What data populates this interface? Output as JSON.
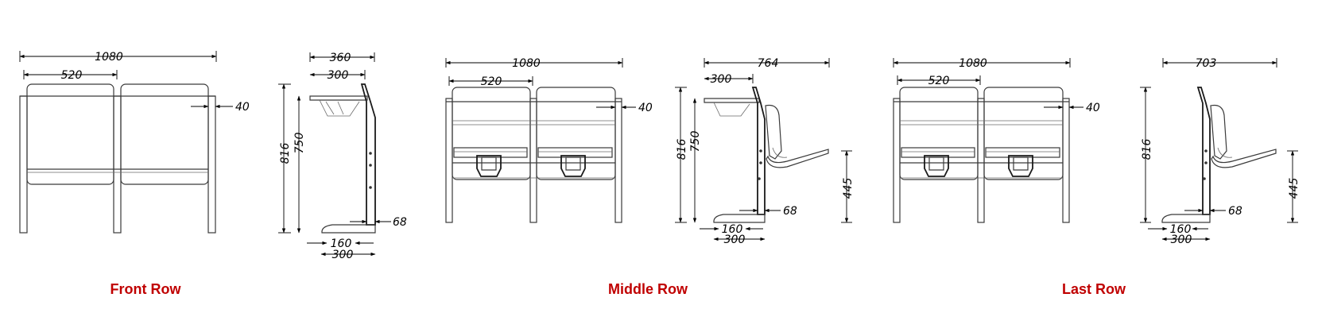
{
  "colors": {
    "caption": "#c00000",
    "line": "#3a3a3a",
    "background": "#ffffff"
  },
  "front_row": {
    "caption": "Front Row",
    "front_view": {
      "overall_width": "1080",
      "seat_width": "520",
      "armrest": "40"
    },
    "side_view": {
      "height_total": "816",
      "height_desk": "750",
      "desk_depth": "360",
      "desk_inner": "300",
      "foot_height": "68",
      "base_inner": "160",
      "base_outer": "300"
    }
  },
  "middle_row": {
    "caption": "Middle Row",
    "front_view": {
      "overall_width": "1080",
      "seat_width": "520",
      "armrest": "40"
    },
    "side_view": {
      "overall_depth": "764",
      "desk_inner": "300",
      "height_total": "816",
      "height_desk": "750",
      "seat_height": "445",
      "foot_height": "68",
      "base_inner": "160",
      "base_outer": "300"
    }
  },
  "last_row": {
    "caption": "Last Row",
    "front_view": {
      "overall_width": "1080",
      "seat_width": "520",
      "armrest": "40"
    },
    "side_view": {
      "overall_depth": "703",
      "height_total": "816",
      "seat_height": "445",
      "foot_height": "68",
      "base_inner": "160",
      "base_outer": "300"
    }
  }
}
